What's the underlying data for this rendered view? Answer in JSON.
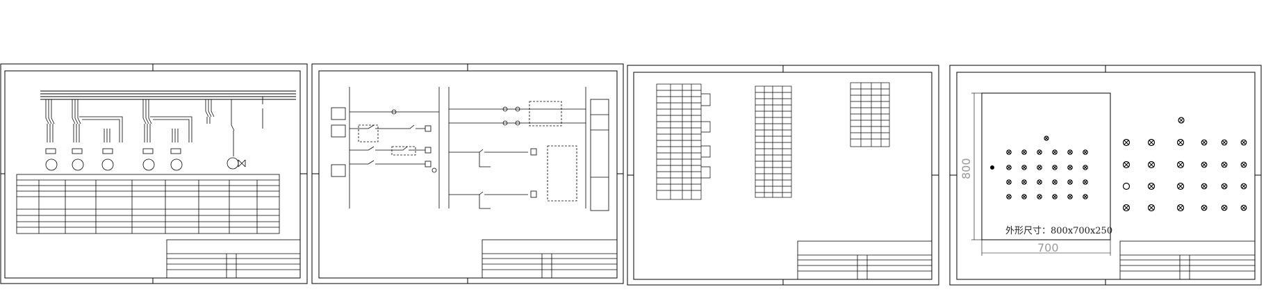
{
  "sheets": [
    {
      "id": "sheet-1",
      "title_block": {
        "drawing_name": "",
        "drawing_subtitle": ""
      },
      "table_title": "",
      "row_headers": [
        "",
        "",
        "",
        "",
        "",
        "",
        "",
        "",
        ""
      ],
      "pump_names": [
        "",
        "",
        "",
        "",
        "",
        "",
        "",
        "",
        ""
      ],
      "bus_label": ""
    },
    {
      "id": "sheet-2",
      "title_block": {
        "drawing_name": "",
        "drawing_subtitle": ""
      },
      "left_labels": [
        "",
        "",
        ""
      ],
      "right_labels": [
        "",
        "",
        "",
        ""
      ]
    },
    {
      "id": "sheet-3",
      "title_block": {
        "drawing_name": "",
        "drawing_subtitle": ""
      },
      "terminal_a_header": "",
      "terminal_b_header": ""
    },
    {
      "id": "sheet-4",
      "title_block": {
        "drawing_name": "",
        "drawing_subtitle": ""
      },
      "dimension_label": "外形尺寸：800x700x250",
      "height_dim": "800",
      "width_dim": "700",
      "panel_labels": [
        "",
        "",
        "",
        "",
        "",
        "",
        "",
        "",
        "",
        "",
        "",
        "",
        "",
        "",
        "",
        "",
        "",
        "",
        "",
        "",
        "",
        "",
        "",
        ""
      ]
    }
  ]
}
